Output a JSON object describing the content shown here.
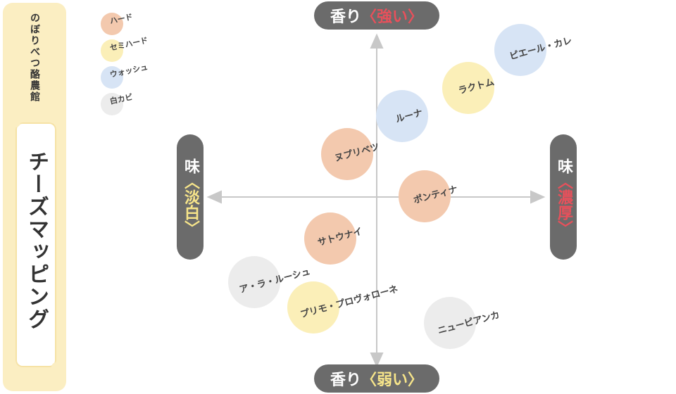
{
  "sidebar": {
    "brand": "のぼりべつ酪農館",
    "title": "チーズマッピング"
  },
  "legend": [
    {
      "label": "ハード",
      "color": "#f3c9ae"
    },
    {
      "label": "セミハード",
      "color": "#fbefb8"
    },
    {
      "label": "ウォッシュ",
      "color": "#d7e4f5"
    },
    {
      "label": "白カビ",
      "color": "#ececec"
    }
  ],
  "axes": {
    "top": {
      "prefix": "香り",
      "open": "〈",
      "word": "強い",
      "close": "〉"
    },
    "bottom": {
      "prefix": "香り",
      "open": "〈",
      "word": "弱い",
      "close": "〉"
    },
    "left": {
      "prefix": "味",
      "open": "〈",
      "word": "淡白",
      "close": "〉"
    },
    "right": {
      "prefix": "味",
      "open": "〈",
      "word": "濃厚",
      "close": "〉"
    }
  },
  "cheeses": [
    {
      "name": "ピエール・カレ",
      "type": "ウォッシュ",
      "color": "#d7e4f5"
    },
    {
      "name": "ラクトム",
      "type": "セミハード",
      "color": "#fbefb8"
    },
    {
      "name": "ルーナ",
      "type": "ウォッシュ",
      "color": "#d7e4f5"
    },
    {
      "name": "ヌプリベツ",
      "type": "ハード",
      "color": "#f3c9ae"
    },
    {
      "name": "ポンティナ",
      "type": "ハード",
      "color": "#f3c9ae"
    },
    {
      "name": "サトウナイ",
      "type": "ハード",
      "color": "#f3c9ae"
    },
    {
      "name": "ア・ラ・ルーシュ",
      "type": "白カビ",
      "color": "#ececec"
    },
    {
      "name": "プリモ・プロヴォローネ",
      "type": "セミハード",
      "color": "#fbefb8"
    },
    {
      "name": "ニューピアンカ",
      "type": "白カビ",
      "color": "#ececec"
    }
  ]
}
